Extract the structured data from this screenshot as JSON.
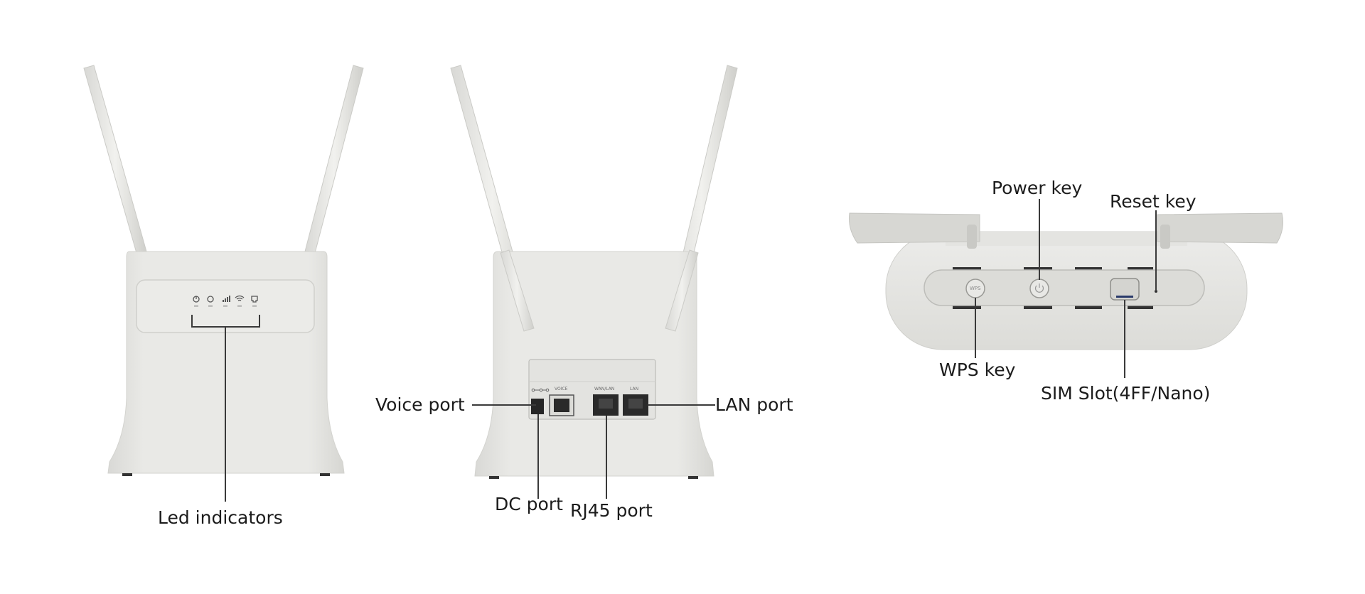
{
  "labels": {
    "led_indicators": "Led indicators",
    "voice_port": "Voice port",
    "lan_port": "LAN port",
    "dc_port": "DC port",
    "rj45_port": "RJ45 port",
    "power_key": "Power key",
    "reset_key": "Reset key",
    "wps_key": "WPS key",
    "sim_slot": "SIM Slot(4FF/Nano)"
  },
  "device_markings": {
    "voice": "VOICE",
    "wan_lan": "WAN/LAN",
    "lan": "LAN",
    "wps": "WPS"
  },
  "colors": {
    "device_body": "#e6e6e3",
    "device_shadow": "#cfcfcb",
    "port_dark": "#2a2a2a",
    "leader_line": "#3a3a3a",
    "label_text": "#1c1c1c"
  }
}
